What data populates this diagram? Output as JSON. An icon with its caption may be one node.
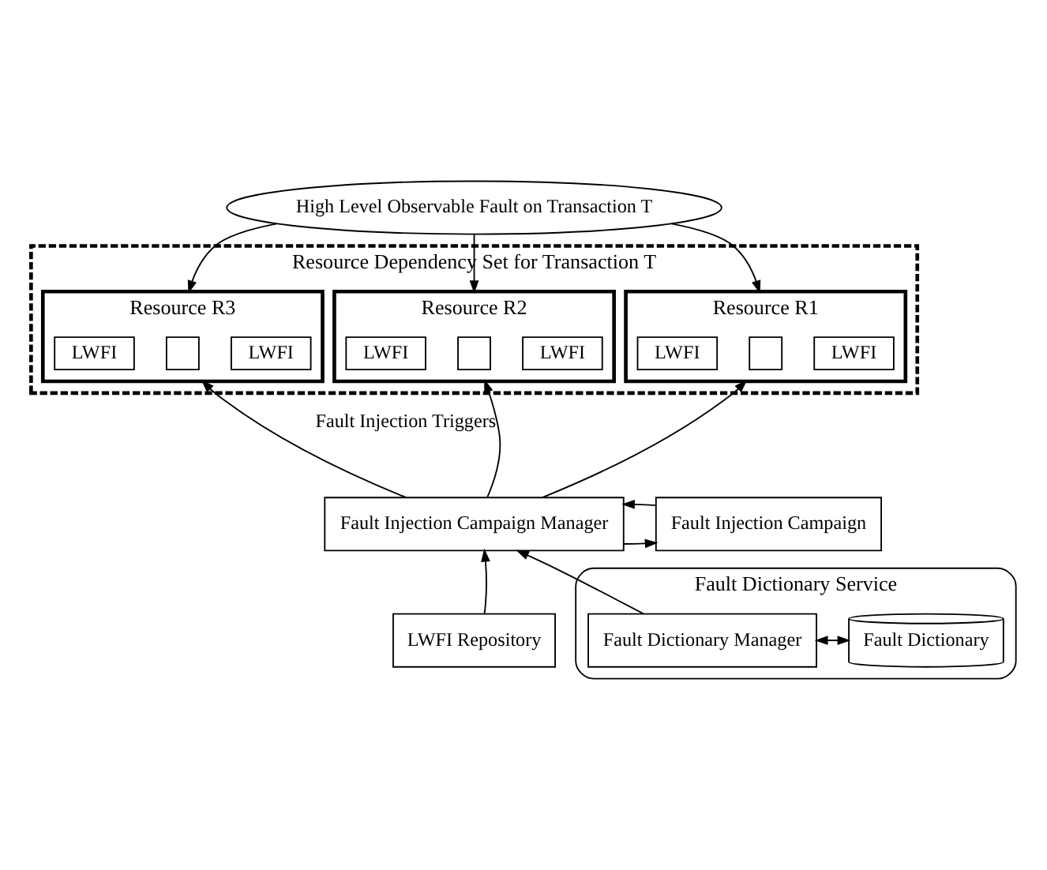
{
  "diagram": {
    "nodes": [
      {
        "text": [
          "High Level Observable Fault on Transaction T"
        ]
      },
      {
        "text": [
          "Resource Dependency Set for Transaction T"
        ]
      },
      {
        "text": [
          "Resource R1"
        ],
        "in": 1
      },
      {
        "text": [
          "LWFI"
        ],
        "in": 2
      },
      {
        "text": [],
        "shape": "box",
        "in": 2
      },
      {
        "text": [
          "LWFI"
        ],
        "in": 2
      },
      {
        "text": [
          "Resource R2"
        ],
        "in": 1
      },
      {
        "text": [
          "LWFI"
        ],
        "in": 6
      },
      {
        "text": [],
        "shape": "box",
        "in": 6
      },
      {
        "text": [
          "LWFI"
        ],
        "in": 6
      },
      {
        "text": [
          "Resource R3"
        ],
        "in": 1
      },
      {
        "text": [
          "LWFI"
        ],
        "in": 10
      },
      {
        "text": [],
        "shape": "box",
        "in": 10
      },
      {
        "text": [
          "LWFI"
        ],
        "in": 10
      },
      {
        "text": [
          "Fault Injection Campaign Manager"
        ]
      },
      {
        "text": [
          "Fault Injection Campaign"
        ]
      },
      {
        "text": [
          "LWFI Repository"
        ]
      },
      {
        "text": [
          "Fault Dictionary Service"
        ]
      },
      {
        "text": [
          "Fault Dictionary Manager"
        ],
        "in": 17
      },
      {
        "text": [
          "Fault Dictionary"
        ],
        "in": 17
      }
    ],
    "edges": [
      {
        "from": 0,
        "to": 2,
        "arrow": "to"
      },
      {
        "from": 0,
        "to": 6,
        "arrow": "to"
      },
      {
        "from": 0,
        "to": 10,
        "arrow": "to"
      },
      {
        "from": 14,
        "to": 2,
        "arrow": "to"
      },
      {
        "from": 14,
        "to": 6,
        "arrow": "to",
        "label": "Fault Injection Triggers"
      },
      {
        "from": 14,
        "to": 10,
        "arrow": "to"
      },
      {
        "from": 14,
        "to": 15,
        "arrow": "to"
      },
      {
        "from": 15,
        "to": 14,
        "arrow": "to"
      },
      {
        "from": 16,
        "to": 14,
        "arrow": "to"
      },
      {
        "from": 18,
        "to": 14,
        "arrow": "to"
      },
      {
        "from": 18,
        "to": 19,
        "arrow": "both"
      }
    ]
  }
}
